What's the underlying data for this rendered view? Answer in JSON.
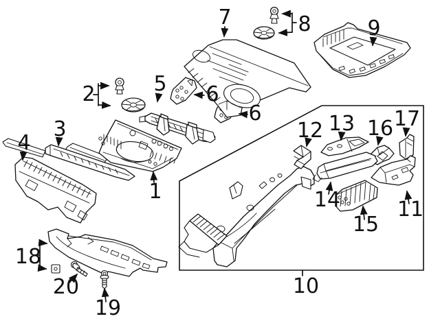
{
  "diagram": {
    "background_color": "#ffffff",
    "line_color": "#111111",
    "text_color": "#111111",
    "callouts": {
      "n1": {
        "label": "1"
      },
      "n2": {
        "label": "2"
      },
      "n3": {
        "label": "3"
      },
      "n4": {
        "label": "4"
      },
      "n5": {
        "label": "5"
      },
      "n6": {
        "label": "6"
      },
      "n7": {
        "label": "7"
      },
      "n8": {
        "label": "8"
      },
      "n9": {
        "label": "9"
      },
      "n10": {
        "label": "10"
      },
      "n11": {
        "label": "11"
      },
      "n12": {
        "label": "12"
      },
      "n13": {
        "label": "13"
      },
      "n14": {
        "label": "14"
      },
      "n15": {
        "label": "15"
      },
      "n16": {
        "label": "16"
      },
      "n17": {
        "label": "17"
      },
      "n18": {
        "label": "18"
      },
      "n19": {
        "label": "19"
      },
      "n20": {
        "label": "20"
      }
    }
  }
}
